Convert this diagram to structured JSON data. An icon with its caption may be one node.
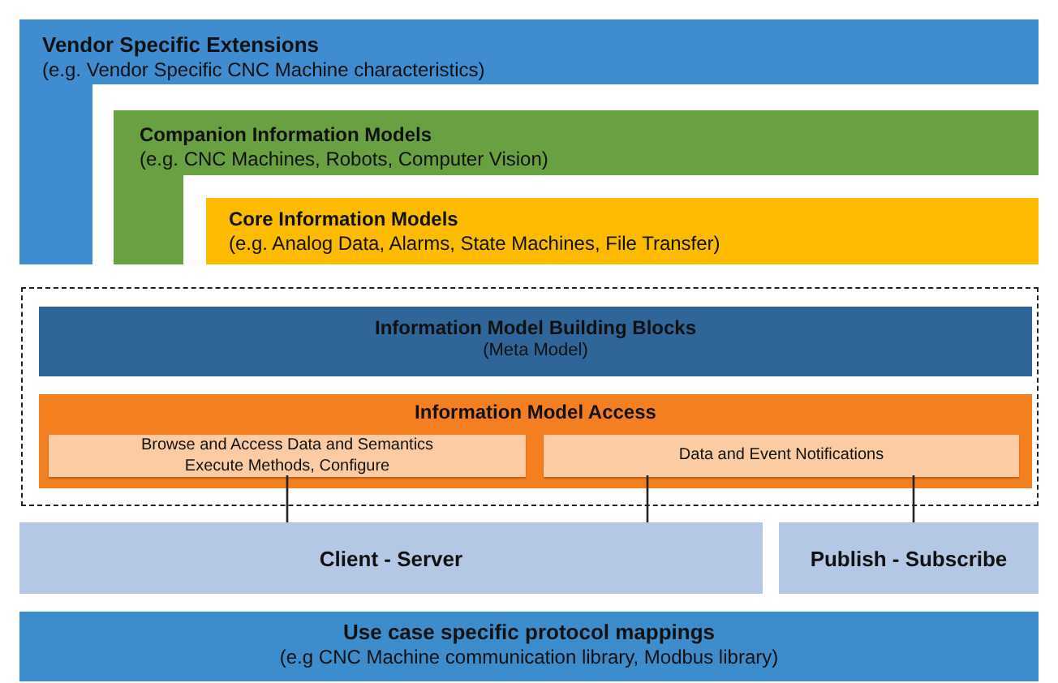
{
  "diagram": {
    "nodes": [
      {
        "text": [
          "Vendor Specific Extensions",
          "(e.g. Vendor Specific CNC Machine characteristics)"
        ]
      },
      {
        "text": [
          "Companion Information Models",
          "(e.g. CNC Machines, Robots, Computer Vision)"
        ]
      },
      {
        "text": [
          "Core Information Models",
          "(e.g. Analog Data, Alarms, State Machines, File Transfer)"
        ]
      },
      {
        "text": [],
        "shape": "box"
      },
      {
        "text": [
          "Information Model Building Blocks",
          "(Meta Model)"
        ],
        "in": 3
      },
      {
        "text": [
          "Information Model Access"
        ],
        "in": 3
      },
      {
        "text": [
          "Browse and Access Data and Semantics Execute Methods, Configure"
        ],
        "in": 5
      },
      {
        "text": [
          "Data and Event Notifications"
        ],
        "in": 5
      },
      {
        "text": [
          "Client - Server"
        ]
      },
      {
        "text": [
          "Publish - Subscribe"
        ]
      },
      {
        "text": [
          "Use case specific protocol mappings",
          "(e.g CNC Machine communication library, Modbus library)"
        ]
      }
    ],
    "edges": [
      {
        "from": 6,
        "to": 8,
        "arrow": "none"
      },
      {
        "from": 7,
        "to": 8,
        "arrow": "none"
      },
      {
        "from": 7,
        "to": 9,
        "arrow": "none"
      }
    ]
  }
}
